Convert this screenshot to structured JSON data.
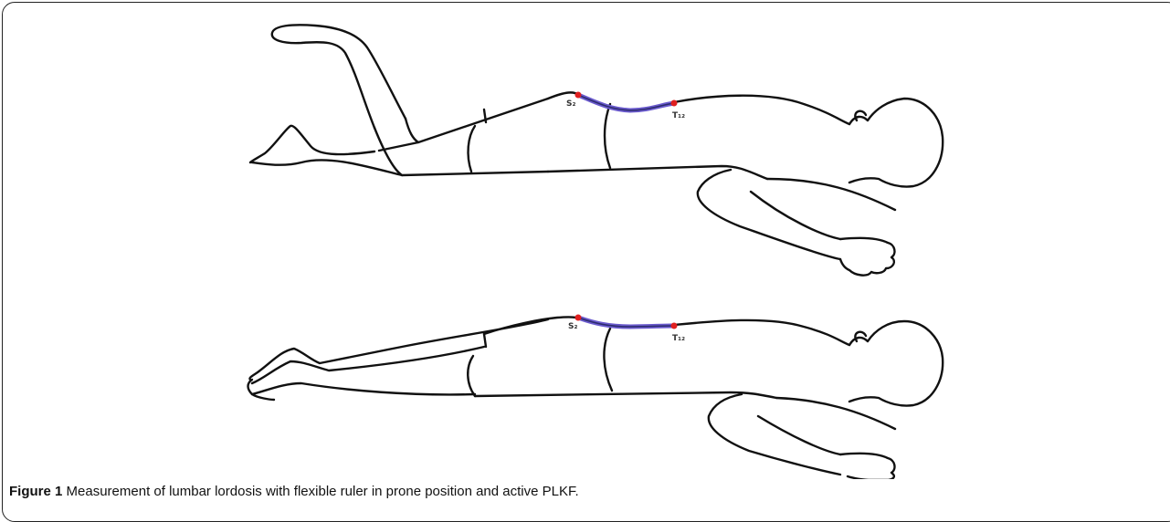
{
  "figure": {
    "label": "Figure 1",
    "caption": "Measurement of lumbar lordosis with flexible ruler in prone position and active PLKF."
  },
  "panels": [
    {
      "landmark_upper": "S₂",
      "landmark_lower": "T₁₂"
    },
    {
      "landmark_upper": "S₂",
      "landmark_lower": "T₁₂"
    }
  ],
  "colors": {
    "ruler": "#6a5acd",
    "landmark": "#e02020",
    "outline": "#111111"
  }
}
